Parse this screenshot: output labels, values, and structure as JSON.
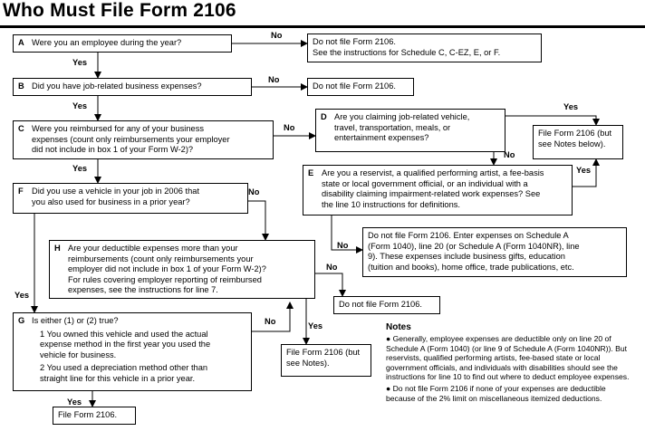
{
  "title": "Who Must File Form 2106",
  "questions": {
    "A": {
      "letter": "A",
      "text": "Were you an employee during the year?"
    },
    "B": {
      "letter": "B",
      "text": "Did you have job-related business expenses?"
    },
    "C": {
      "letter": "C",
      "text": "Were you reimbursed for any of your business\nexpenses (count only reimbursements your employer\ndid not include in box 1 of your Form W-2)?"
    },
    "D": {
      "letter": "D",
      "text": "Are you claiming job-related vehicle,\ntravel, transportation, meals, or\nentertainment expenses?"
    },
    "E": {
      "letter": "E",
      "text": "Are you a reservist, a qualified performing artist, a fee-basis\nstate or local government official, or an individual with a\ndisability claiming impairment-related work expenses? See\nthe line 10 instructions for definitions."
    },
    "F": {
      "letter": "F",
      "text": "Did you use a vehicle in your job in 2006 that\nyou also used for business in a prior year?"
    },
    "H": {
      "letter": "H",
      "text": "Are your deductible expenses more than your\nreimbursements (count only reimbursements your\nemployer did not include in box 1 of your Form W-2)?\nFor rules covering employer reporting of reimbursed\nexpenses, see the instructions for line 7."
    },
    "G": {
      "letter": "G",
      "text": "Is either (1) or (2) true?",
      "option1": "1 You owned this vehicle and used the actual\nexpense method in the first year you used the\nvehicle for business.",
      "option2": "2 You used a depreciation method other than\nstraight line for this vehicle in a prior year."
    }
  },
  "outcomes": {
    "a_no": "Do not file Form 2106.\nSee the instructions for Schedule C, C-EZ, E, or F.",
    "b_no": "Do not file Form 2106.",
    "file_notes_below": "File Form 2106 (but\nsee Notes below).",
    "e_no": "Do not file Form 2106. Enter expenses on Schedule A\n(Form 1040), line 20 (or Schedule A (Form 1040NR), line\n9). These expenses include business gifts, education\n(tuition and books), home office, trade publications, etc.",
    "h_no": "Do not file Form 2106.",
    "h_yes": "File Form 2106 (but\nsee Notes).",
    "g_yes": "File Form 2106."
  },
  "labels": {
    "a_no": "No",
    "a_yes": "Yes",
    "b_no": "No",
    "b_yes": "Yes",
    "c_no": "No",
    "c_yes": "Yes",
    "d_yes": "Yes",
    "d_no": "No",
    "e_yes": "Yes",
    "e_no": "No",
    "f_no": "No",
    "f_yes": "Yes",
    "h_no": "No",
    "h_yes": "Yes",
    "g_no": "No",
    "g_yes": "Yes"
  },
  "notes": {
    "title": "Notes",
    "bullet": "●",
    "items": [
      "Generally, employee expenses are deductible only on line 20 of Schedule A (Form 1040) (or line 9 of Schedule A (Form 1040NR)). But reservists, qualified performing artists, fee-based state or local government officials, and individuals with disabilities should see the instructions for line 10 to find out where to deduct employee expenses.",
      "Do not file Form 2106 if none of your expenses are deductible because of the 2% limit on miscellaneous itemized deductions."
    ]
  }
}
